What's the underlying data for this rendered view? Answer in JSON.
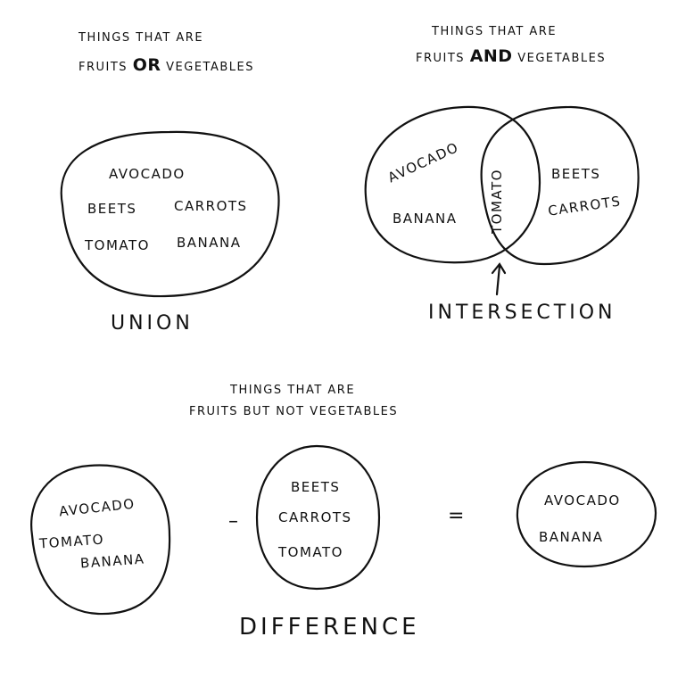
{
  "union": {
    "caption_line1": "Things that are",
    "caption_line2_prefix": "fruits",
    "caption_line2_emph": "OR",
    "caption_line2_suffix": "vegetables",
    "items": [
      "Avocado",
      "Beets",
      "Carrots",
      "Tomato",
      "Banana"
    ],
    "label": "Union"
  },
  "intersection": {
    "caption_line1": "Things that are",
    "caption_line2_prefix": "fruits",
    "caption_line2_emph": "AND",
    "caption_line2_suffix": "vegetables",
    "left_items": [
      "Avocado",
      "Banana"
    ],
    "middle_items": [
      "Tomato"
    ],
    "right_items": [
      "Beets",
      "Carrots"
    ],
    "label": "Intersection"
  },
  "difference": {
    "caption_line1": "Things that are",
    "caption_line2": "fruits but not vegetables",
    "set_a": [
      "Avocado",
      "Tomato",
      "Banana"
    ],
    "minus_symbol": "–",
    "set_b": [
      "Beets",
      "Carrots",
      "Tomato"
    ],
    "equals_symbol": "=",
    "result": [
      "Avocado",
      "Banana"
    ],
    "label": "Difference"
  }
}
